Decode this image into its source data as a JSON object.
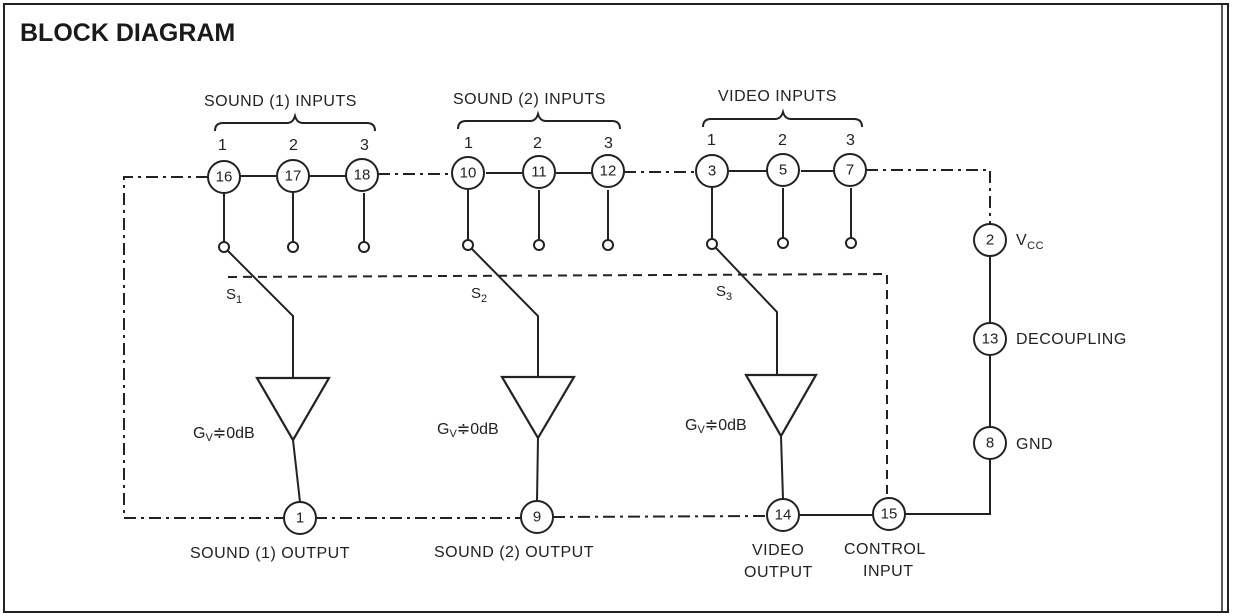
{
  "title": "BLOCK DIAGRAM",
  "groups": {
    "sound1": "SOUND (1) INPUTS",
    "sound2": "SOUND (2) INPUTS",
    "video": "VIDEO INPUTS"
  },
  "input_indices": [
    "1",
    "2",
    "3"
  ],
  "pins": {
    "p16": "16",
    "p17": "17",
    "p18": "18",
    "p10": "10",
    "p11": "11",
    "p12": "12",
    "p3": "3",
    "p5": "5",
    "p7": "7",
    "p2": "2",
    "p13": "13",
    "p8": "8",
    "p1": "1",
    "p9": "9",
    "p14": "14",
    "p15": "15"
  },
  "switches": {
    "s1": {
      "main": "S",
      "sub": "1"
    },
    "s2": {
      "main": "S",
      "sub": "2"
    },
    "s3": {
      "main": "S",
      "sub": "3"
    }
  },
  "gain": {
    "main": "G",
    "sub": "V",
    "rest": "≑0dB"
  },
  "side_labels": {
    "vcc_main": "V",
    "vcc_sub": "CC",
    "decoupling": "DECOUPLING",
    "gnd": "GND"
  },
  "outputs": {
    "sound1": "SOUND (1) OUTPUT",
    "sound2": "SOUND (2) OUTPUT",
    "video_line1": "VIDEO",
    "video_line2": "OUTPUT",
    "control_line1": "CONTROL",
    "control_line2": "INPUT"
  }
}
